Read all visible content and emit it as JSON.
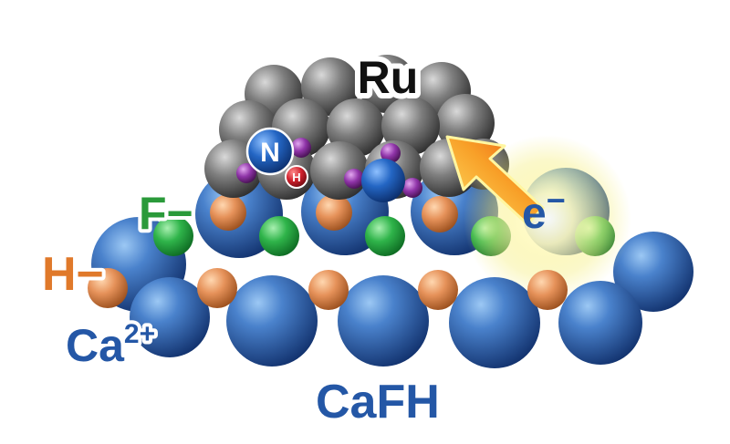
{
  "labels": {
    "ru": "Ru",
    "f_ion": "F−",
    "h_ion": "H−",
    "ca_base": "Ca",
    "ca_charge": "2+",
    "electron_base": "e",
    "electron_charge": "−",
    "material": "CaFH",
    "nitrogen_symbol": "N",
    "hydrogen_symbol": "H"
  },
  "colors": {
    "calcium": "#2f63a8",
    "hydride": "#e08a4e",
    "fluoride": "#2fb14a",
    "ruthenium": "#8a8a8a",
    "nitrogen": "#1f5fb8",
    "hydrogen": "#c0202a",
    "ammonia_h": "#8b2d9e",
    "label_blue": "#2457a6",
    "label_orange": "#e0792a",
    "label_green": "#2a9a3a",
    "arrow": "#f07a10",
    "glow": "#fff27a"
  },
  "icons": {
    "arrow": "electron-transfer-arrow"
  }
}
